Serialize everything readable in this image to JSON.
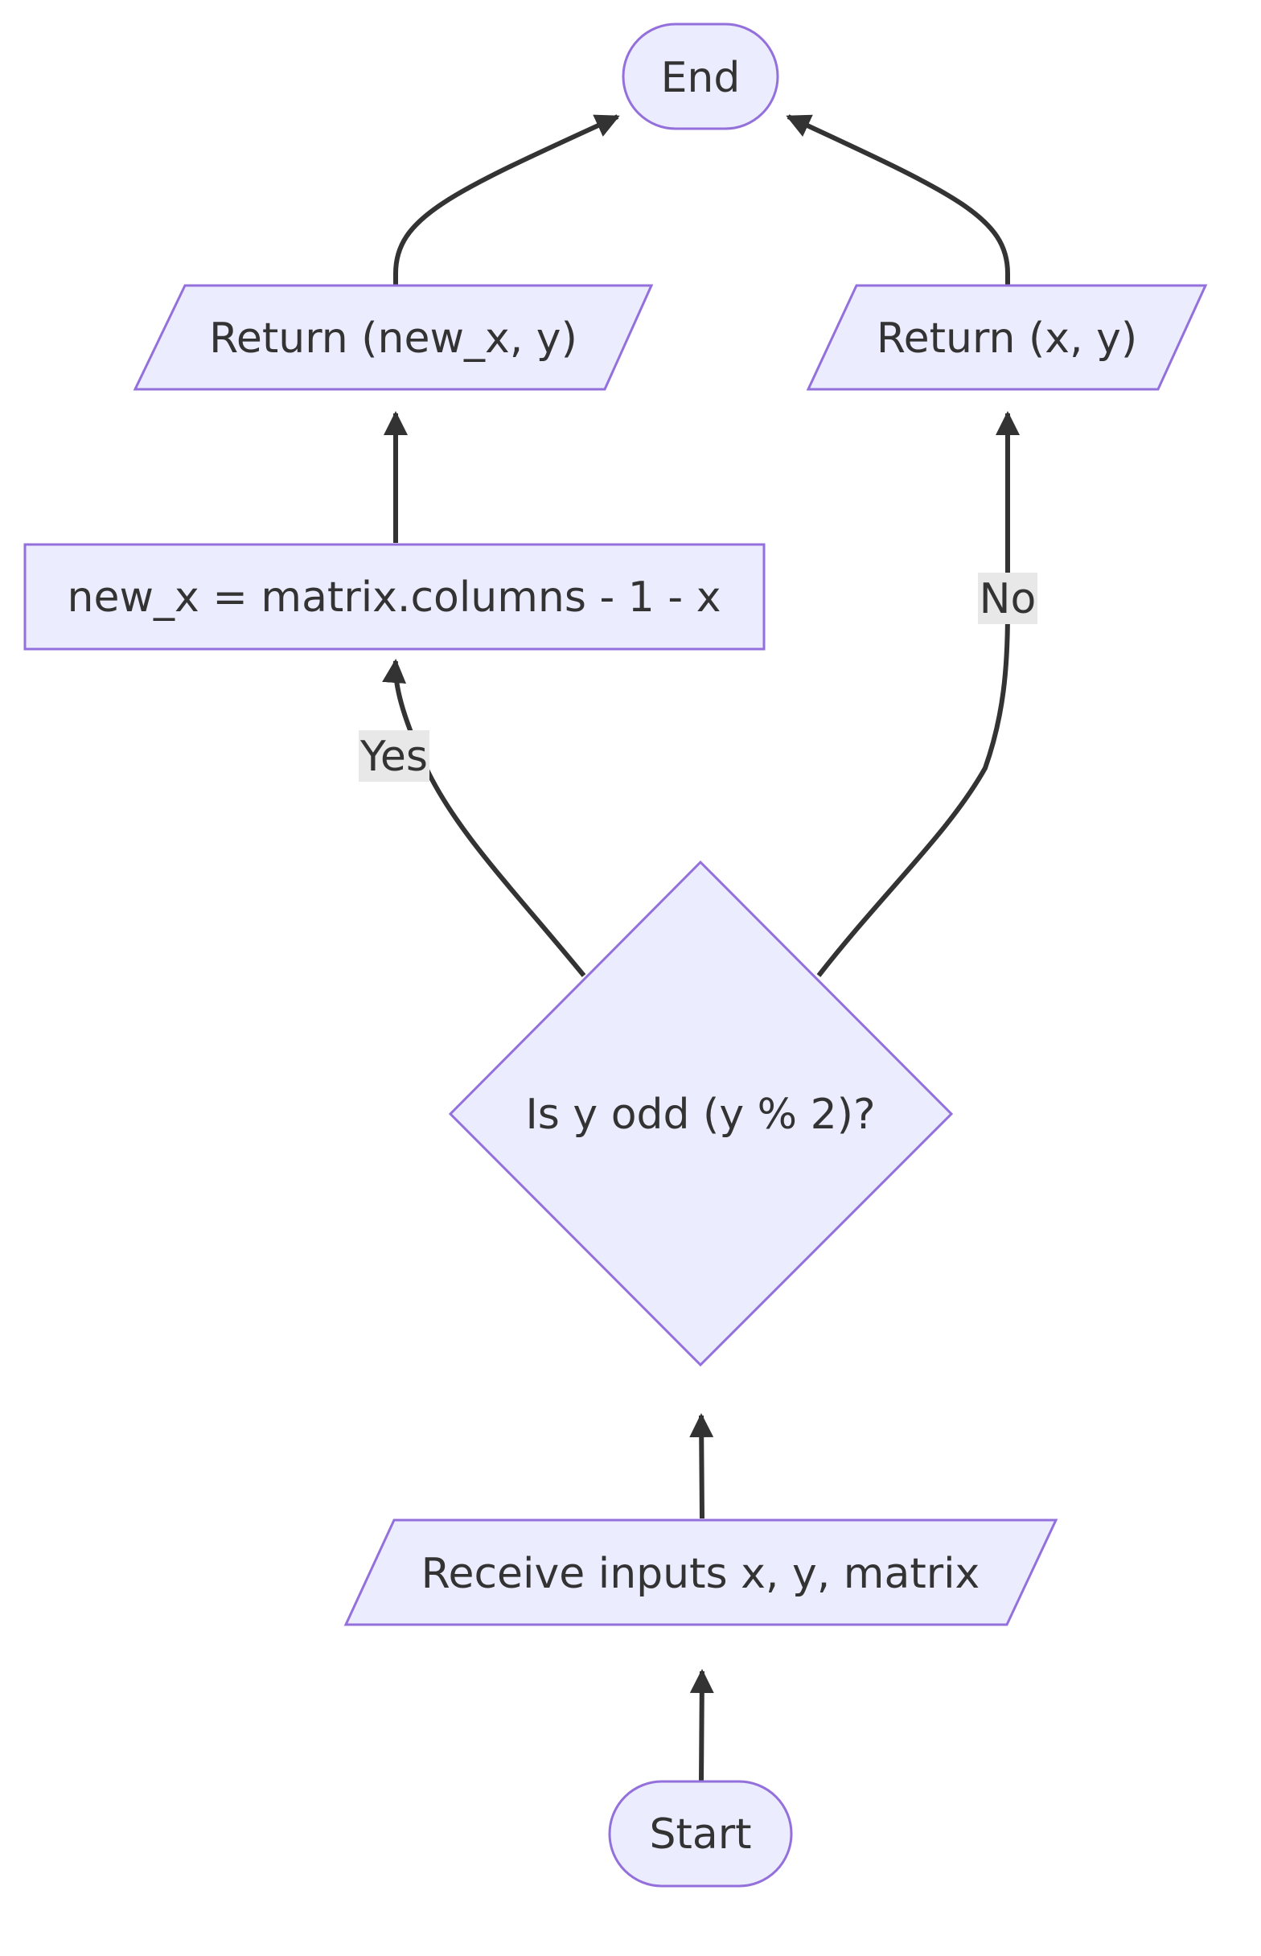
{
  "nodes": {
    "end": "End",
    "return_new": "Return (new_x, y)",
    "return_xy": "Return (x, y)",
    "compute": "new_x = matrix.columns - 1 - x",
    "decision": "Is y odd (y % 2)?",
    "receive": "Receive inputs x, y, matrix",
    "start": "Start"
  },
  "edges": {
    "yes": "Yes",
    "no": "No"
  },
  "colors": {
    "node_fill": "#ECECFF",
    "node_stroke": "#9370DB",
    "edge": "#333333",
    "label_bg": "#e8e8e8"
  }
}
